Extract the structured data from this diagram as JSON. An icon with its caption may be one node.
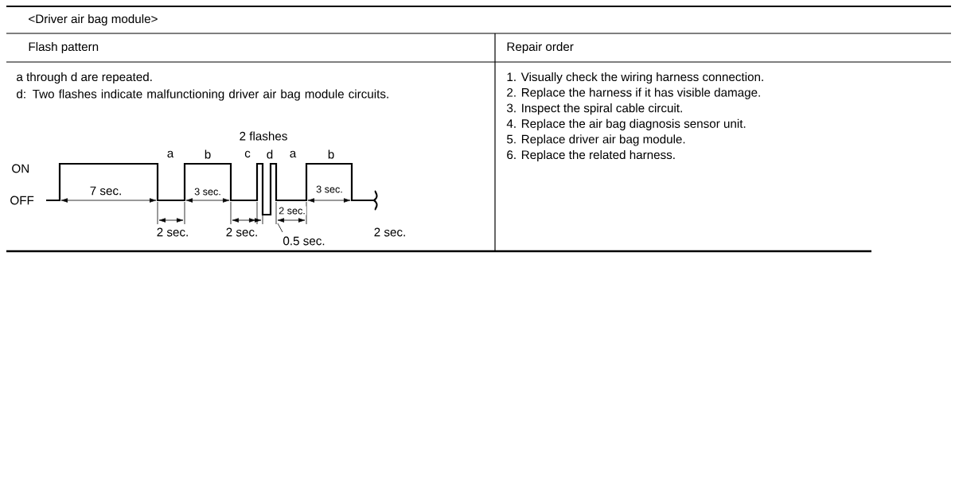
{
  "diagram": {
    "title": "<Driver air bag module>",
    "labels": [
      "Flash pattern",
      "Repair order",
      "a through d are repeated.",
      "d: Two flashes indicate malfunctioning driver air bag module circuits.",
      "2 flashes",
      "a",
      "b",
      "c",
      "d",
      "a",
      "b",
      "ON",
      "OFF",
      "7 sec.",
      "3 sec.",
      "3 sec.",
      "2 sec.",
      "2 sec.",
      "2 sec.",
      "0.5 sec.",
      "2 sec.",
      "1. Visually check the wiring harness connection.",
      "2. Replace the harness if it has visible damage.",
      "3. Inspect the spiral cable circuit.",
      "4. Replace the air bag diagnosis sensor unit.",
      "5. Replace driver air bag module.",
      "6. Replace the related harness."
    ]
  }
}
